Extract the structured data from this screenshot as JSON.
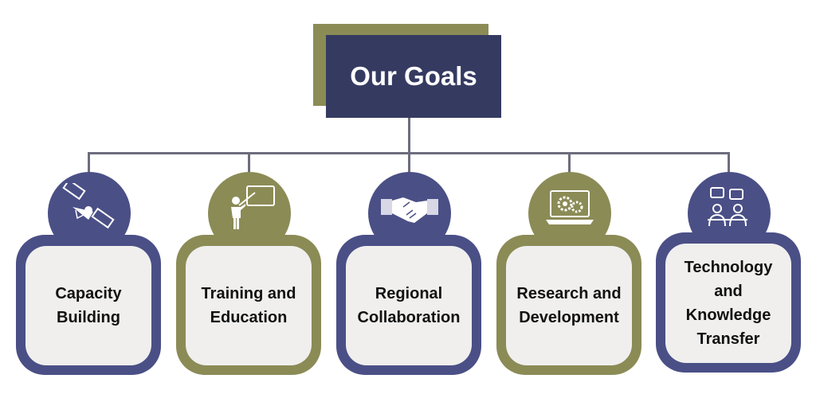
{
  "title": "Our Goals",
  "colors": {
    "navy": "#353a61",
    "olive": "#8b8b56",
    "blue": "#4a4f86",
    "card": "#f0efee",
    "connector": "#6c6d7c"
  },
  "goals": [
    {
      "label": "Capacity Building",
      "icon": "satellite-icon",
      "color": "blue"
    },
    {
      "label": "Training and Education",
      "icon": "teacher-icon",
      "color": "olive"
    },
    {
      "label": "Regional Collaboration",
      "icon": "handshake-icon",
      "color": "blue"
    },
    {
      "label": "Research and Development",
      "icon": "laptop-gears-icon",
      "color": "olive"
    },
    {
      "label": "Technology and Knowledge Transfer",
      "icon": "people-chat-icon",
      "color": "blue"
    }
  ]
}
